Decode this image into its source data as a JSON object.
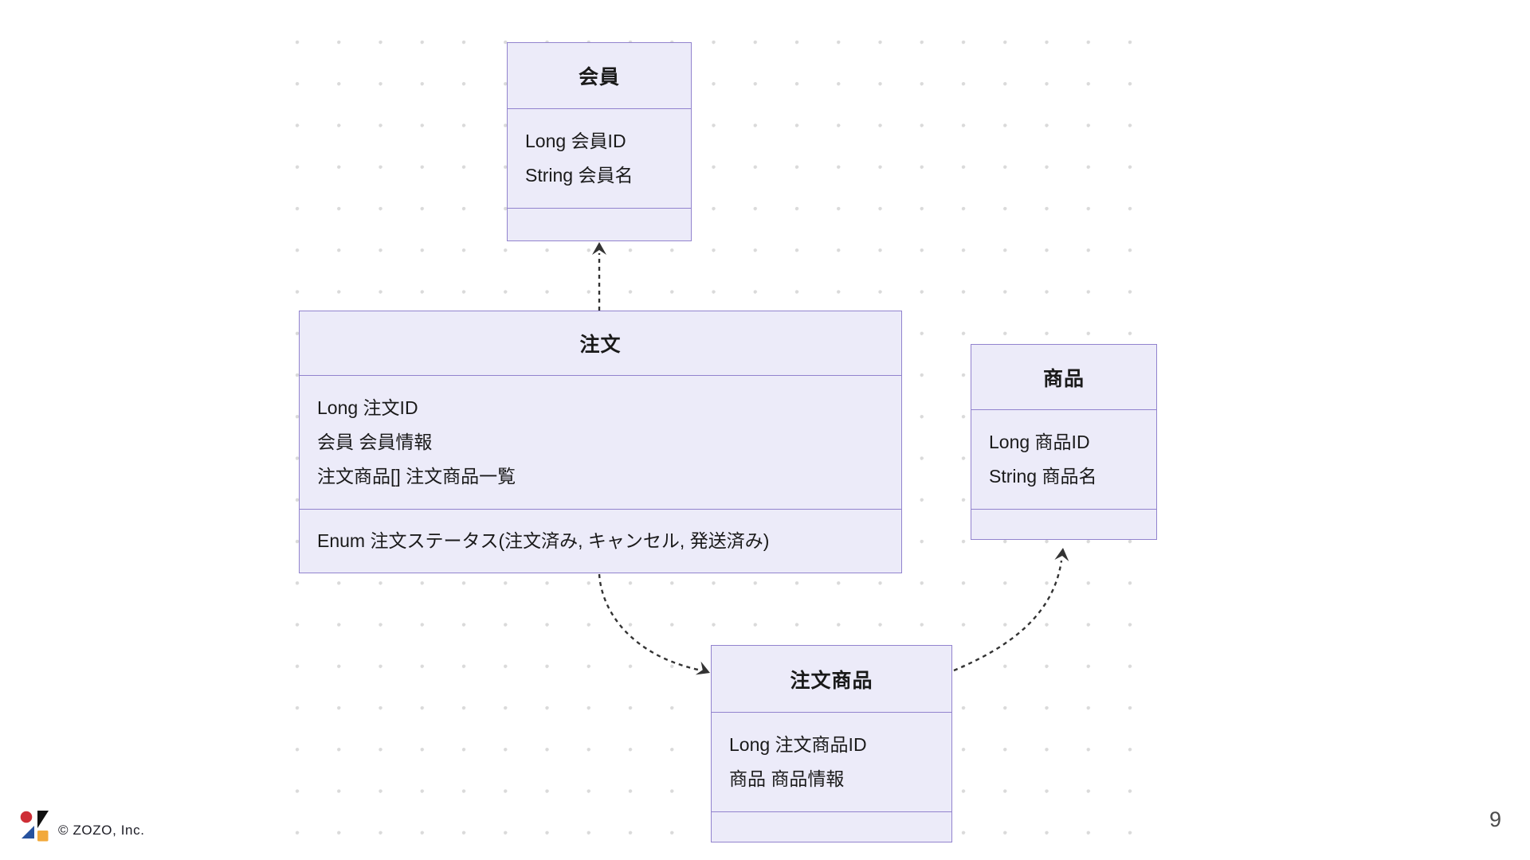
{
  "diagram": {
    "type": "uml-class-diagram",
    "classes": [
      {
        "name": "会員",
        "attributes": [
          "Long 会員ID",
          "String 会員名"
        ],
        "methods": []
      },
      {
        "name": "注文",
        "attributes": [
          "Long 注文ID",
          "会員 会員情報",
          "注文商品[] 注文商品一覧"
        ],
        "methods": [
          "Enum 注文ステータス(注文済み, キャンセル, 発送済み)"
        ]
      },
      {
        "name": "商品",
        "attributes": [
          "Long 商品ID",
          "String 商品名"
        ],
        "methods": []
      },
      {
        "name": "注文商品",
        "attributes": [
          "Long 注文商品ID",
          "商品 商品情報"
        ],
        "methods": []
      }
    ],
    "relations": [
      {
        "from": "注文",
        "to": "会員",
        "style": "dashed-arrow"
      },
      {
        "from": "注文",
        "to": "注文商品",
        "style": "dashed-arrow"
      },
      {
        "from": "注文商品",
        "to": "商品",
        "style": "dashed-arrow"
      }
    ],
    "colors": {
      "box_fill": "#ECEBF9",
      "box_border": "#9283CE",
      "arrow": "#333333",
      "dot": "#DADADA",
      "text": "#1A1A1A"
    }
  },
  "footer": {
    "copyright": "© ZOZO, Inc.",
    "page_number": "9"
  }
}
